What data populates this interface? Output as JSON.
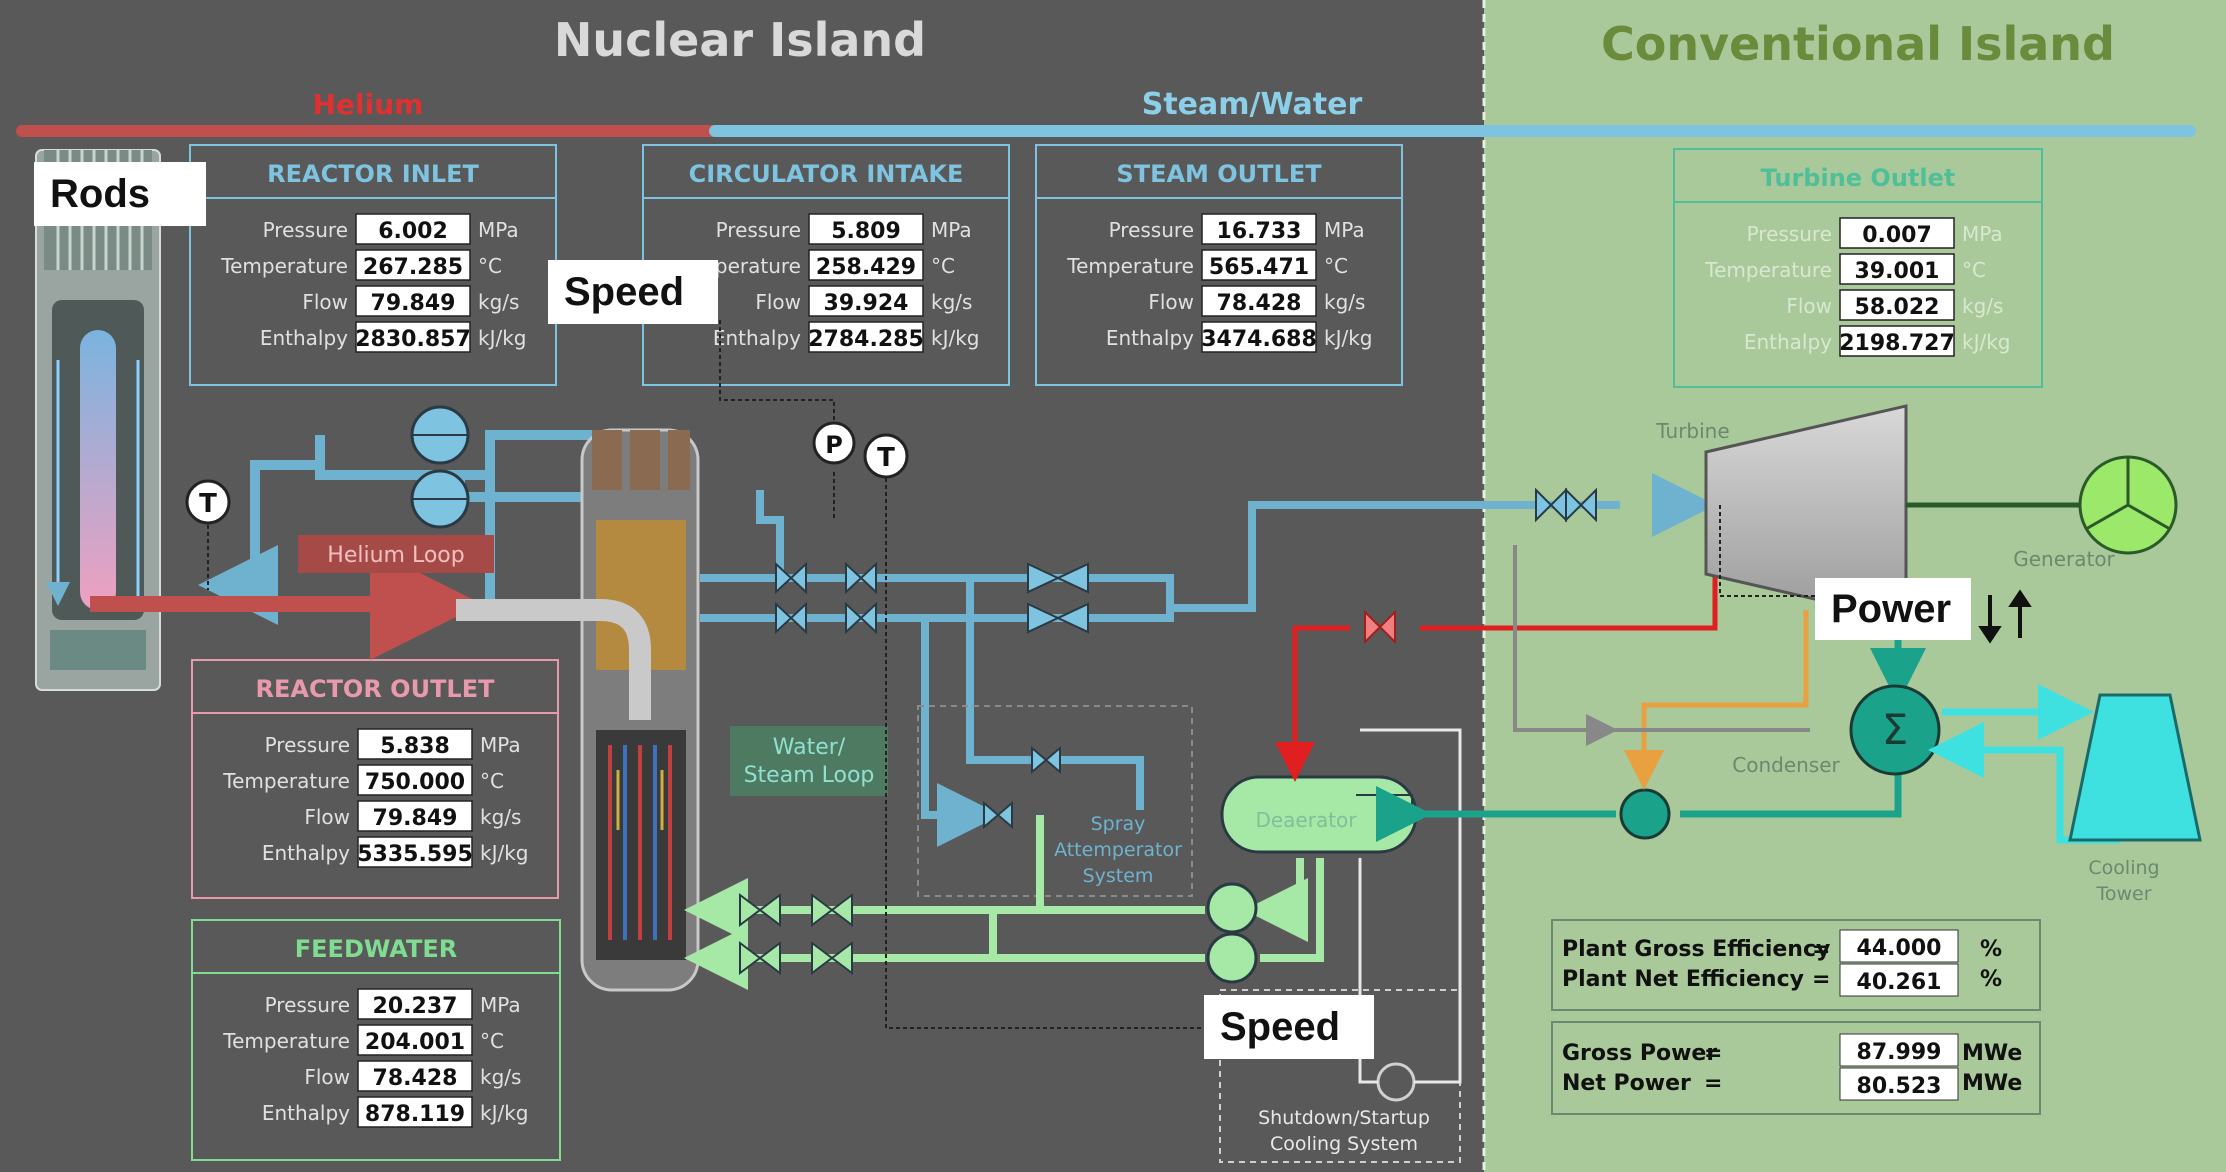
{
  "islands": {
    "nuclear_title": "Nuclear Island",
    "conventional_title": "Conventional Island",
    "helium_label": "Helium",
    "steam_water_label": "Steam/Water"
  },
  "panels": {
    "reactor_inlet": {
      "title": "REACTOR INLET",
      "rows": [
        {
          "label": "Pressure",
          "value": "6.002",
          "unit": "MPa"
        },
        {
          "label": "Temperature",
          "value": "267.285",
          "unit": "°C"
        },
        {
          "label": "Flow",
          "value": "79.849",
          "unit": "kg/s"
        },
        {
          "label": "Enthalpy",
          "value": "2830.857",
          "unit": "kJ/kg"
        }
      ]
    },
    "circulator_intake": {
      "title": "CIRCULATOR INTAKE",
      "rows": [
        {
          "label": "Pressure",
          "value": "5.809",
          "unit": "MPa"
        },
        {
          "label": "perature",
          "value": "258.429",
          "unit": "°C"
        },
        {
          "label": "Flow",
          "value": "39.924",
          "unit": "kg/s"
        },
        {
          "label": "Enthalpy",
          "value": "2784.285",
          "unit": "kJ/kg"
        }
      ]
    },
    "steam_outlet": {
      "title": "STEAM OUTLET",
      "rows": [
        {
          "label": "Pressure",
          "value": "16.733",
          "unit": "MPa"
        },
        {
          "label": "Temperature",
          "value": "565.471",
          "unit": "°C"
        },
        {
          "label": "Flow",
          "value": "78.428",
          "unit": "kg/s"
        },
        {
          "label": "Enthalpy",
          "value": "3474.688",
          "unit": "kJ/kg"
        }
      ]
    },
    "turbine_outlet": {
      "title": "Turbine Outlet",
      "rows": [
        {
          "label": "Pressure",
          "value": "0.007",
          "unit": "MPa"
        },
        {
          "label": "Temperature",
          "value": "39.001",
          "unit": "°C"
        },
        {
          "label": "Flow",
          "value": "58.022",
          "unit": "kg/s"
        },
        {
          "label": "Enthalpy",
          "value": "2198.727",
          "unit": "kJ/kg"
        }
      ]
    },
    "reactor_outlet": {
      "title": "REACTOR OUTLET",
      "rows": [
        {
          "label": "Pressure",
          "value": "5.838",
          "unit": "MPa"
        },
        {
          "label": "Temperature",
          "value": "750.000",
          "unit": "°C"
        },
        {
          "label": "Flow",
          "value": "79.849",
          "unit": "kg/s"
        },
        {
          "label": "Enthalpy",
          "value": "5335.595",
          "unit": "kJ/kg"
        }
      ]
    },
    "feedwater": {
      "title": "FEEDWATER",
      "rows": [
        {
          "label": "Pressure",
          "value": "20.237",
          "unit": "MPa"
        },
        {
          "label": "Temperature",
          "value": "204.001",
          "unit": "°C"
        },
        {
          "label": "Flow",
          "value": "78.428",
          "unit": "kg/s"
        },
        {
          "label": "Enthalpy",
          "value": "878.119",
          "unit": "kJ/kg"
        }
      ]
    }
  },
  "labels": {
    "rods": "Rods",
    "speed_top": "Speed",
    "speed_bottom": "Speed",
    "power": "Power",
    "sensor_t": "T",
    "sensor_p": "P",
    "helium_loop": "Helium Loop",
    "water_steam_loop_1": "Water/",
    "water_steam_loop_2": "Steam Loop",
    "spray_1": "Spray",
    "spray_2": "Attemperator",
    "spray_3": "System",
    "deaerator": "Deaerator",
    "turbine": "Turbine",
    "generator": "Generator",
    "condenser": "Condenser",
    "cooling_1": "Cooling",
    "cooling_2": "Tower",
    "shutdown_1": "Shutdown/Startup",
    "shutdown_2": "Cooling System"
  },
  "efficiency": {
    "gross_label": "Plant Gross Efficiency",
    "gross_value": "44.000",
    "net_label": "Plant Net Efficiency",
    "net_value": "40.261",
    "unit": "%",
    "eq": "="
  },
  "power": {
    "gross_label": "Gross Power",
    "gross_value": "87.999",
    "net_label": "Net Power",
    "net_value": "80.523",
    "unit": "MWe",
    "eq": "="
  },
  "colors": {
    "nuclear_bg": "#595959",
    "conventional_bg": "#a9c99a",
    "helium": "#c0504d",
    "steam": "#6fb2cf",
    "feedwater": "#a6e8a6",
    "teal": "#1aa38a",
    "cyan": "#3fe0e0",
    "orange": "#e8a040",
    "red_line": "#e02020"
  }
}
